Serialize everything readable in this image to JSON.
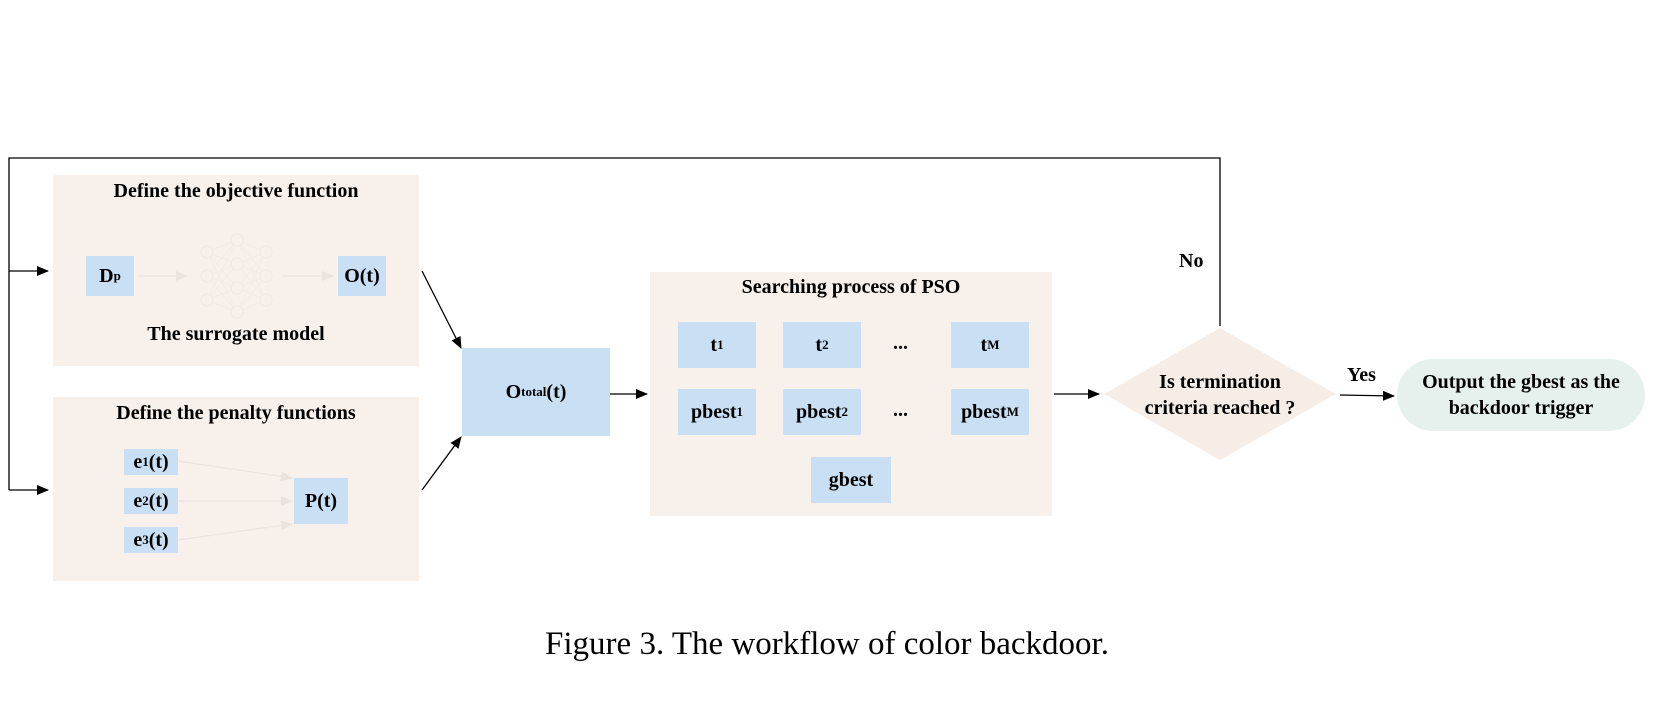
{
  "objective": {
    "title": "Define the objective function",
    "input_main": "D",
    "input_sub": "p",
    "output": "O(t)",
    "model_label": "The surrogate model"
  },
  "penalty": {
    "title": "Define the penalty functions",
    "terms": [
      {
        "main": "e",
        "sub": "1",
        "rest": "(t)"
      },
      {
        "main": "e",
        "sub": "2",
        "rest": "(t)"
      },
      {
        "main": "e",
        "sub": "3",
        "rest": "(t)"
      }
    ],
    "output": "P(t)"
  },
  "total": {
    "main": "O",
    "sub": "total",
    "rest": "(t)"
  },
  "pso": {
    "title": "Searching process of PSO",
    "row1": [
      {
        "main": "t",
        "sub": "1"
      },
      {
        "main": "t",
        "sub": "2"
      },
      {
        "main": "...",
        "sub": ""
      },
      {
        "main": "t",
        "sub": "M"
      }
    ],
    "row2": [
      {
        "main": "pbest",
        "sub": "1"
      },
      {
        "main": "pbest",
        "sub": "2"
      },
      {
        "main": "...",
        "sub": ""
      },
      {
        "main": "pbest",
        "sub": "M"
      }
    ],
    "gbest": "gbest"
  },
  "decision": {
    "line1": "Is termination",
    "line2": "criteria reached ?"
  },
  "yes_label": "Yes",
  "no_label": "No",
  "output_node": {
    "line1": "Output the gbest as the",
    "line2": "backdoor trigger"
  },
  "caption": "Figure 3. The workflow of color backdoor."
}
